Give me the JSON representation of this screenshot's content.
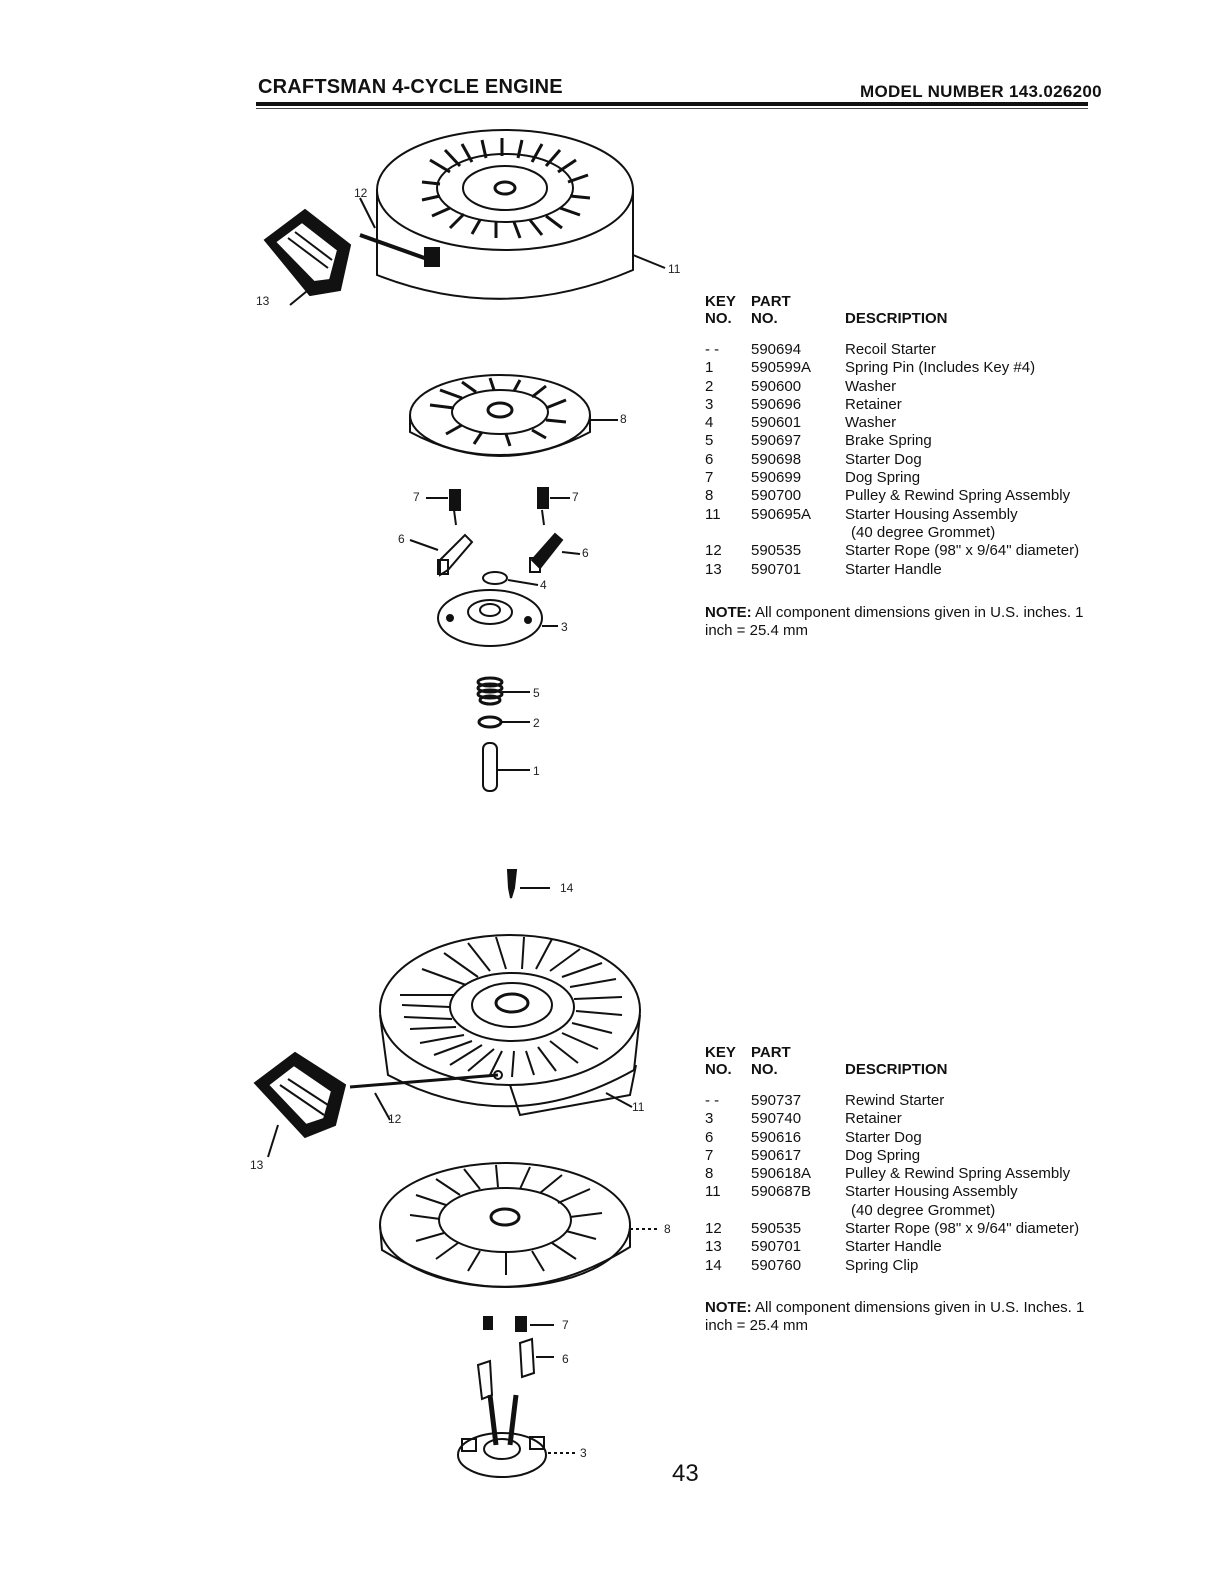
{
  "header": {
    "title": "CRAFTSMAN 4-CYCLE ENGINE",
    "model": "MODEL NUMBER 143.026200"
  },
  "diagram1": {
    "callouts": [
      "12",
      "13",
      "11",
      "8",
      "7",
      "7",
      "6",
      "6",
      "4",
      "3",
      "5",
      "2",
      "1",
      "14"
    ]
  },
  "diagram2": {
    "callouts": [
      "12",
      "13",
      "11",
      "8",
      "7",
      "6",
      "3"
    ]
  },
  "table1": {
    "header": {
      "key1": "KEY",
      "key2": "NO.",
      "part1": "PART",
      "part2": "NO.",
      "desc": "DESCRIPTION"
    },
    "rows": [
      {
        "key": "- -",
        "part": "590694",
        "desc": "Recoil Starter"
      },
      {
        "key": "1",
        "part": "590599A",
        "desc": "Spring Pin (Includes Key #4)"
      },
      {
        "key": "2",
        "part": "590600",
        "desc": "Washer"
      },
      {
        "key": "3",
        "part": "590696",
        "desc": "Retainer"
      },
      {
        "key": "4",
        "part": "590601",
        "desc": "Washer"
      },
      {
        "key": "5",
        "part": "590697",
        "desc": "Brake Spring"
      },
      {
        "key": "6",
        "part": "590698",
        "desc": "Starter Dog"
      },
      {
        "key": "7",
        "part": "590699",
        "desc": "Dog Spring"
      },
      {
        "key": "8",
        "part": "590700",
        "desc": "Pulley & Rewind Spring Assembly"
      },
      {
        "key": "11",
        "part": "590695A",
        "desc": "Starter Housing Assembly"
      },
      {
        "key": "",
        "part": "",
        "desc": "(40 degree Grommet)"
      },
      {
        "key": "12",
        "part": "590535",
        "desc": "Starter Rope (98\" x 9/64\" diameter)"
      },
      {
        "key": "13",
        "part": "590701",
        "desc": "Starter Handle"
      }
    ],
    "note_label": "NOTE:",
    "note_text": " All component dimensions given in U.S. inches.  1 inch = 25.4 mm"
  },
  "table2": {
    "header": {
      "key1": "KEY",
      "key2": "NO.",
      "part1": "PART",
      "part2": "NO.",
      "desc": "DESCRIPTION"
    },
    "rows": [
      {
        "key": "- -",
        "part": "590737",
        "desc": "Rewind Starter"
      },
      {
        "key": "3",
        "part": "590740",
        "desc": "Retainer"
      },
      {
        "key": "6",
        "part": "590616",
        "desc": "Starter Dog"
      },
      {
        "key": "7",
        "part": "590617",
        "desc": "Dog Spring"
      },
      {
        "key": "8",
        "part": "590618A",
        "desc": "Pulley & Rewind Spring Assembly"
      },
      {
        "key": "11",
        "part": "590687B",
        "desc": "Starter Housing Assembly"
      },
      {
        "key": "",
        "part": "",
        "desc": "(40 degree Grommet)"
      },
      {
        "key": "12",
        "part": "590535",
        "desc": "Starter Rope (98\" x 9/64\" diameter)"
      },
      {
        "key": "13",
        "part": "590701",
        "desc": "Starter Handle"
      },
      {
        "key": "14",
        "part": "590760",
        "desc": "Spring Clip"
      }
    ],
    "note_label": "NOTE:",
    "note_text": " All component dimensions given in U.S. Inches.  1 inch = 25.4 mm"
  },
  "page_number": "43"
}
